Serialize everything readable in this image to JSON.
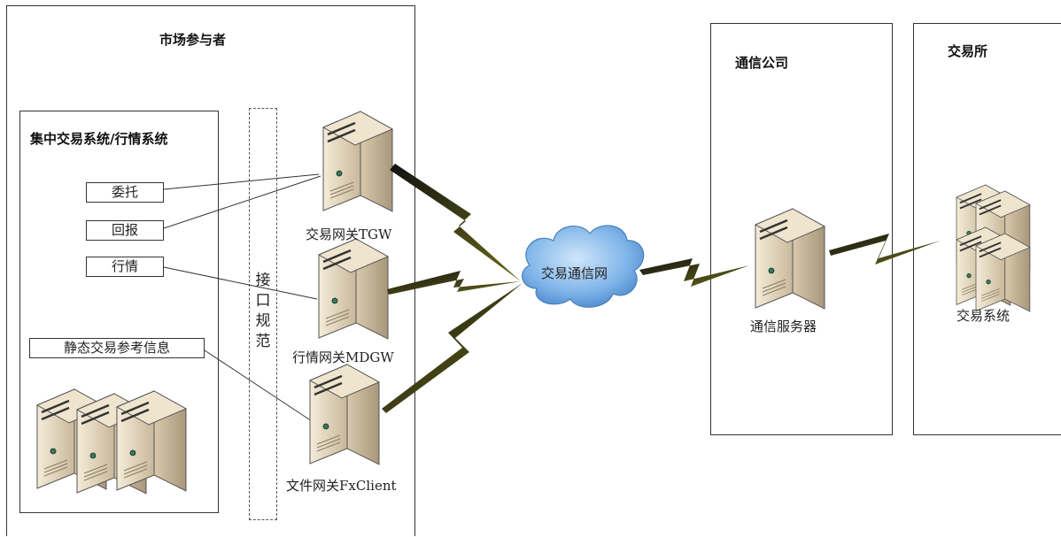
{
  "participant": {
    "title": "市场参与者",
    "inner_title": "集中交易系统/行情系统",
    "labels": {
      "entrust": "委托",
      "report": "回报",
      "quote": "行情",
      "static_info": "静态交易参考信息"
    },
    "interface_spec": [
      "接",
      "口",
      "规",
      "范"
    ],
    "gateways": {
      "tgw": "交易网关TGW",
      "mdgw": "行情网关MDGW",
      "fx": "文件网关FxClient"
    }
  },
  "network": {
    "cloud_label": "交易通信网"
  },
  "telecom": {
    "title": "通信公司",
    "server": "通信服务器"
  },
  "exchange": {
    "title": "交易所",
    "system": "交易系统"
  }
}
